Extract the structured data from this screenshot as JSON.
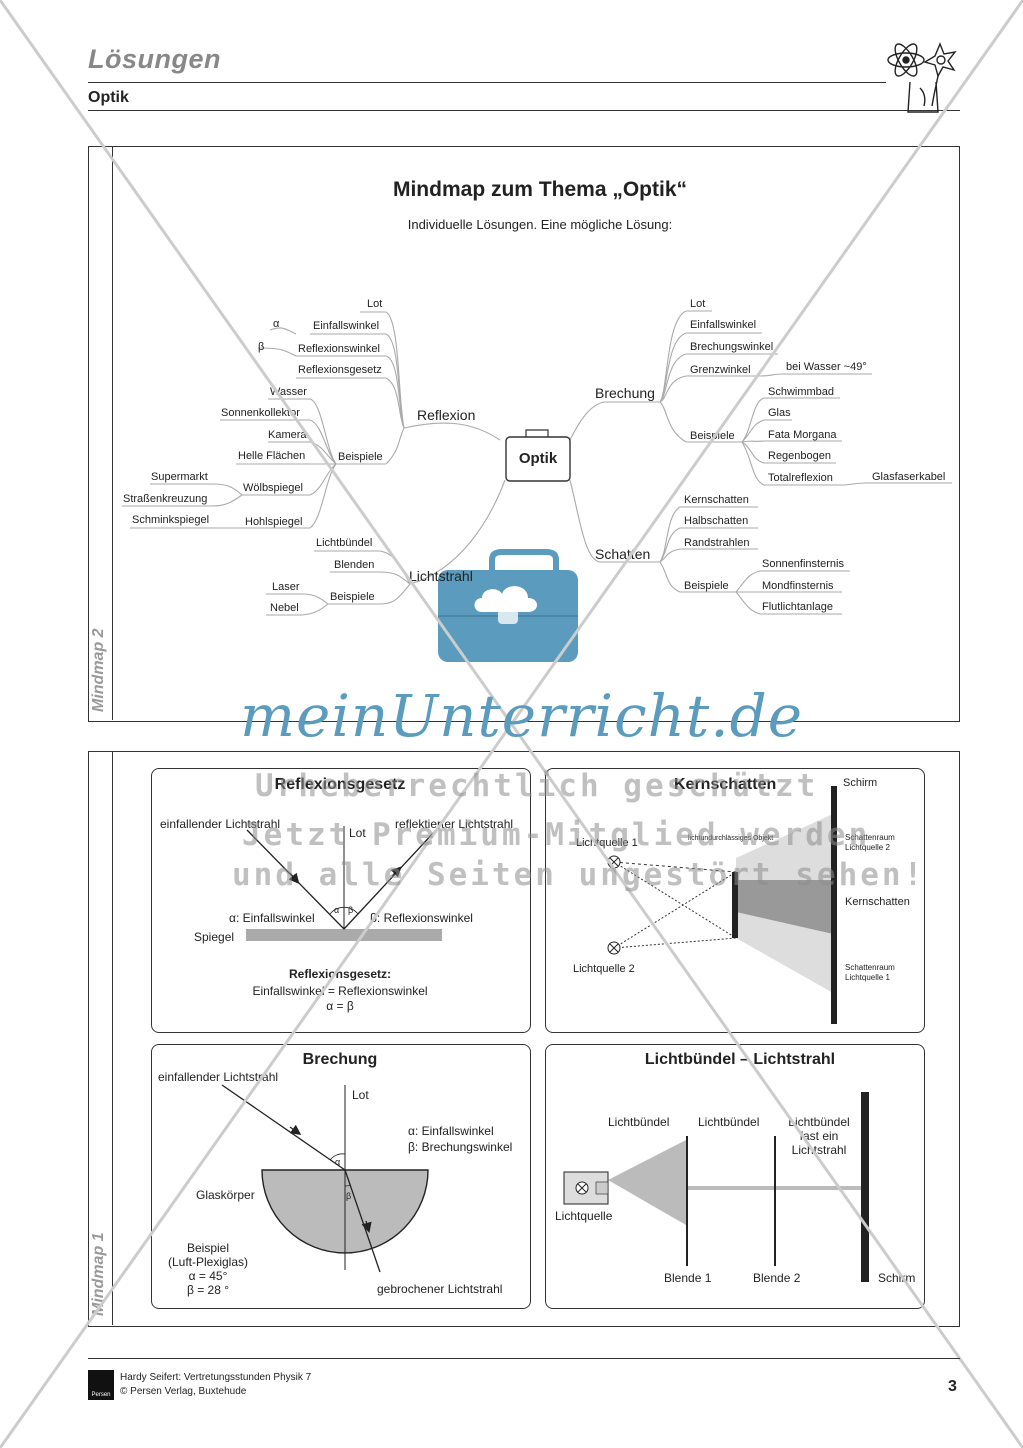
{
  "header": {
    "title": "Lösungen",
    "subtitle": "Optik"
  },
  "colors": {
    "accent": "#5b9bbd",
    "gray": "#bfbfbf",
    "dark": "#222222"
  },
  "panel_top": {
    "label": "Mindmap 2",
    "title": "Mindmap zum Thema „Optik“",
    "subtitle": "Individuelle Lösungen. Eine mögliche Lösung:",
    "center": "Optik",
    "reflexion": {
      "label": "Reflexion",
      "lot": "Lot",
      "einfallswinkel": "Einfallswinkel",
      "alpha": "α",
      "reflexionswinkel": "Reflexionswinkel",
      "beta": "β",
      "reflexionsgesetz": "Reflexionsgesetz",
      "beispiele": "Beispiele",
      "wasser": "Wasser",
      "sonnenkollektor": "Sonnenkollektor",
      "kamera": "Kamera",
      "helle_flaechen": "Helle  Flächen",
      "woelbspiegel": "Wölbspiegel",
      "supermarkt": "Supermarkt",
      "strassenkreuzung": "Straßenkreuzung",
      "hohlspiegel": "Hohlspiegel",
      "schminkspiegel": "Schminkspiegel"
    },
    "lichtstrahl": {
      "label": "Lichtstrahl",
      "lichtbuendel": "Lichtbündel",
      "blenden": "Blenden",
      "beispiele": "Beispiele",
      "laser": "Laser",
      "nebel": "Nebel"
    },
    "brechung": {
      "label": "Brechung",
      "lot": "Lot",
      "einfallswinkel": "Einfallswinkel",
      "brechungswinkel": "Brechungswinkel",
      "grenzwinkel": "Grenzwinkel",
      "wasser": "bei Wasser ~49°",
      "beispiele": "Beispiele",
      "schwimmbad": "Schwimmbad",
      "glas": "Glas",
      "fata": "Fata  Morgana",
      "regenbogen": "Regenbogen",
      "totalreflexion": "Totalreflexion",
      "glasfaser": "Glasfaserkabel"
    },
    "schatten": {
      "label": "Schatten",
      "kernschatten": "Kernschatten",
      "halbschatten": "Halbschatten",
      "randstrahlen": "Randstrahlen",
      "beispiele": "Beispiele",
      "sonnen": "Sonnenfinsternis",
      "mond": "Mondfinsternis",
      "flutlicht": "Flutlichtanlage"
    }
  },
  "watermark": {
    "brand": "meinUnterricht.de",
    "line1": "Urheberrechtlich geschützt",
    "line2": "Jetzt Premium-Mitglied werden",
    "line3": "und alle Seiten ungestört sehen!"
  },
  "panel_bottom": {
    "label": "Mindmap 1",
    "reflexionsgesetz": {
      "title": "Reflexionsgesetz",
      "einfallend": "einfallender Lichtstrahl",
      "lot": "Lot",
      "reflektiert": "reflektierter Lichtstrahl",
      "alpha": "α",
      "beta": "β",
      "einfallswinkel": "α: Einfallswinkel",
      "reflexionswinkel": "β: Reflexionswinkel",
      "spiegel": "Spiegel",
      "law_title": "Reflexionsgesetz:",
      "law_line1": "Einfallswinkel = Reflexionswinkel",
      "law_line2": "α = β"
    },
    "kernschatten": {
      "title": "Kernschatten",
      "schirm": "Schirm",
      "lq1": "Lichtquelle 1",
      "lq2": "Lichtquelle 2",
      "objekt": "lichtundurchlässiges Objekt",
      "sr2": "Schattenraum Lichtquelle 2",
      "kern": "Kernschatten",
      "sr1": "Schattenraum Lichtquelle 1"
    },
    "brechung": {
      "title": "Brechung",
      "einfallend": "einfallender Lichtstrahl",
      "lot": "Lot",
      "alpha_def": "α: Einfallswinkel",
      "beta_def": "β: Brechungswinkel",
      "alpha": "α",
      "beta": "β",
      "glaskoerper": "Glaskörper",
      "beispiel": "Beispiel",
      "luft": "(Luft-Plexiglas)",
      "a45": "α = 45°",
      "b28": "β = 28 °",
      "gebrochen": "gebrochener Lichtstrahl"
    },
    "lichtbuendel": {
      "title": "Lichtbündel – Lichtstrahl",
      "lb1": "Lichtbündel",
      "lb2": "Lichtbündel",
      "lb3a": "Lichtbündel",
      "lb3b": "fast ein",
      "lb3c": "Lichtstrahl",
      "lichtquelle": "Lichtquelle",
      "blende1": "Blende 1",
      "blende2": "Blende 2",
      "schirm": "Schirm"
    }
  },
  "footer": {
    "logo": "Persen",
    "line1": "Hardy Seifert: Vertretungsstunden Physik 7",
    "line2": "© Persen Verlag, Buxtehude",
    "page": "3"
  }
}
